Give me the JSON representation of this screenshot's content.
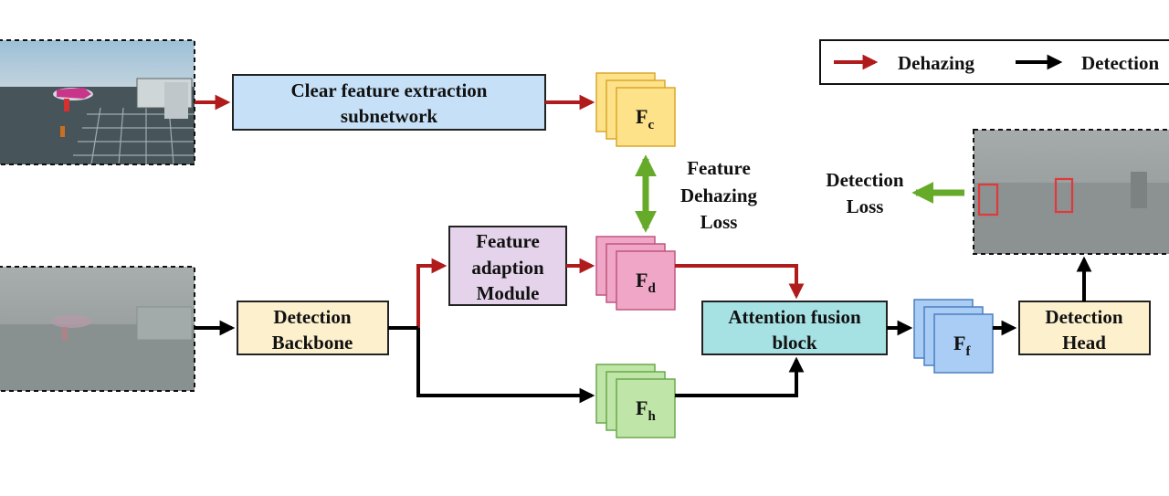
{
  "legend": {
    "items": [
      {
        "label": "Dehazing",
        "color": "#b01c1c"
      },
      {
        "label": "Detection",
        "color": "#000000"
      }
    ]
  },
  "colors": {
    "dehazing_arrow": "#b01c1c",
    "detection_arrow": "#000000",
    "loss_arrow": "#66aa2a",
    "bbox": "#e0393b",
    "block_blue": "#c5e0f7",
    "block_cream": "#fdf0cd",
    "block_lilac": "#e4d3ea",
    "block_teal": "#a6e1e3",
    "stack_yellow": "#fde28a",
    "stack_pink": "#f0a6c6",
    "stack_green": "#bfe6a8",
    "stack_blue": "#a9cdf4"
  },
  "blocks": {
    "clear_feature": {
      "line1": "Clear feature extraction",
      "line2": "subnetwork"
    },
    "backbone": {
      "line1": "Detection",
      "line2": "Backbone"
    },
    "adaption": {
      "line1": "Feature",
      "line2": "adaption",
      "line3": "Module"
    },
    "attention": {
      "line1": "Attention fusion",
      "line2": "block"
    },
    "head": {
      "line1": "Detection",
      "line2": "Head"
    }
  },
  "features": {
    "fc": {
      "main": "F",
      "sub": "c"
    },
    "fd": {
      "main": "F",
      "sub": "d"
    },
    "fh": {
      "main": "F",
      "sub": "h"
    },
    "ff": {
      "main": "F",
      "sub": "f"
    }
  },
  "losses": {
    "feature_dehazing": {
      "line1": "Feature",
      "line2": "Dehazing",
      "line3": "Loss"
    },
    "detection": {
      "line1": "Detection",
      "line2": "Loss"
    }
  },
  "images": {
    "clear_input": "clear-airport-photo",
    "hazy_input": "hazy-airport-photo",
    "detection_output": "hazy-detection-output-photo"
  }
}
